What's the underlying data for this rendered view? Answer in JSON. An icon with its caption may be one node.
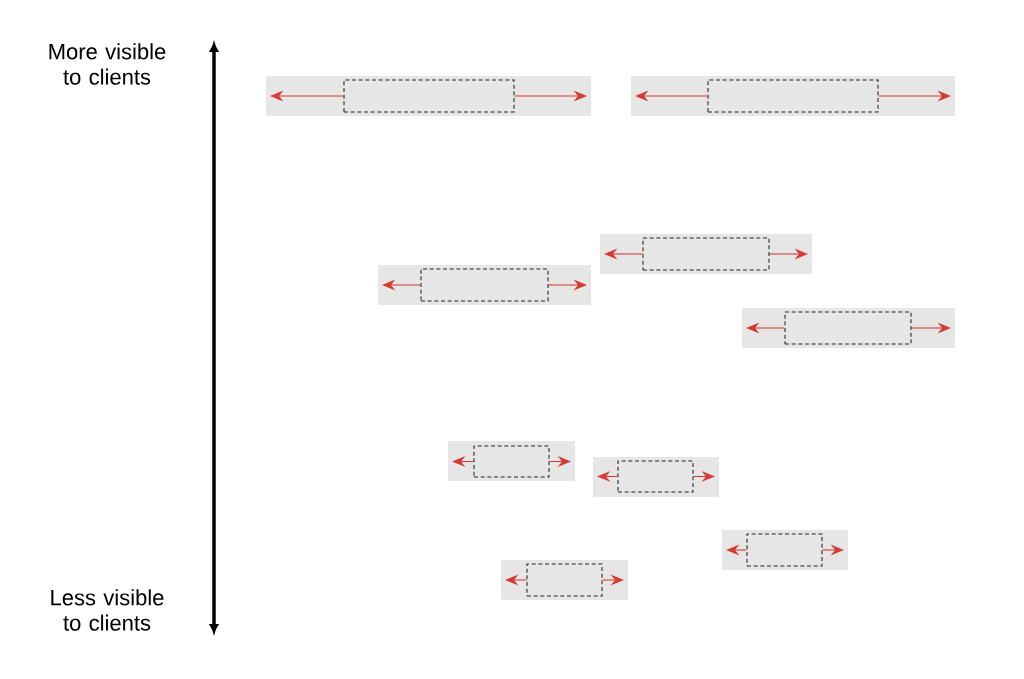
{
  "diagram": {
    "nodes": [
      {
        "text": [],
        "shape": "bar"
      },
      {
        "text": [],
        "shape": "box",
        "in": 0
      },
      {
        "text": [],
        "shape": "bar"
      },
      {
        "text": [],
        "shape": "box",
        "in": 2
      },
      {
        "text": [],
        "shape": "bar"
      },
      {
        "text": [],
        "shape": "box",
        "in": 4
      },
      {
        "text": [],
        "shape": "bar"
      },
      {
        "text": [],
        "shape": "box",
        "in": 6
      },
      {
        "text": [],
        "shape": "bar"
      },
      {
        "text": [],
        "shape": "box",
        "in": 8
      },
      {
        "text": [],
        "shape": "bar"
      },
      {
        "text": [],
        "shape": "box",
        "in": 10
      },
      {
        "text": [],
        "shape": "bar"
      },
      {
        "text": [],
        "shape": "box",
        "in": 12
      },
      {
        "text": [],
        "shape": "bar"
      },
      {
        "text": [],
        "shape": "box",
        "in": 14
      },
      {
        "text": [],
        "shape": "bar"
      },
      {
        "text": [],
        "shape": "box",
        "in": 16
      }
    ],
    "edges": [
      {
        "from": 1,
        "to": null,
        "arrow": "to"
      },
      {
        "from": 1,
        "to": null,
        "arrow": "to"
      },
      {
        "from": 3,
        "to": null,
        "arrow": "to"
      },
      {
        "from": 3,
        "to": null,
        "arrow": "to"
      },
      {
        "from": 5,
        "to": null,
        "arrow": "to"
      },
      {
        "from": 5,
        "to": null,
        "arrow": "to"
      },
      {
        "from": 7,
        "to": null,
        "arrow": "to"
      },
      {
        "from": 7,
        "to": null,
        "arrow": "to"
      },
      {
        "from": 9,
        "to": null,
        "arrow": "to"
      },
      {
        "from": 9,
        "to": null,
        "arrow": "to"
      },
      {
        "from": 11,
        "to": null,
        "arrow": "to"
      },
      {
        "from": 11,
        "to": null,
        "arrow": "to"
      },
      {
        "from": 13,
        "to": null,
        "arrow": "to"
      },
      {
        "from": 13,
        "to": null,
        "arrow": "to"
      },
      {
        "from": 15,
        "to": null,
        "arrow": "to"
      },
      {
        "from": 15,
        "to": null,
        "arrow": "to"
      },
      {
        "from": 17,
        "to": null,
        "arrow": "to"
      },
      {
        "from": 17,
        "to": null,
        "arrow": "to"
      }
    ],
    "labels": [
      "More visible to clients",
      "Less visible to clients"
    ]
  }
}
